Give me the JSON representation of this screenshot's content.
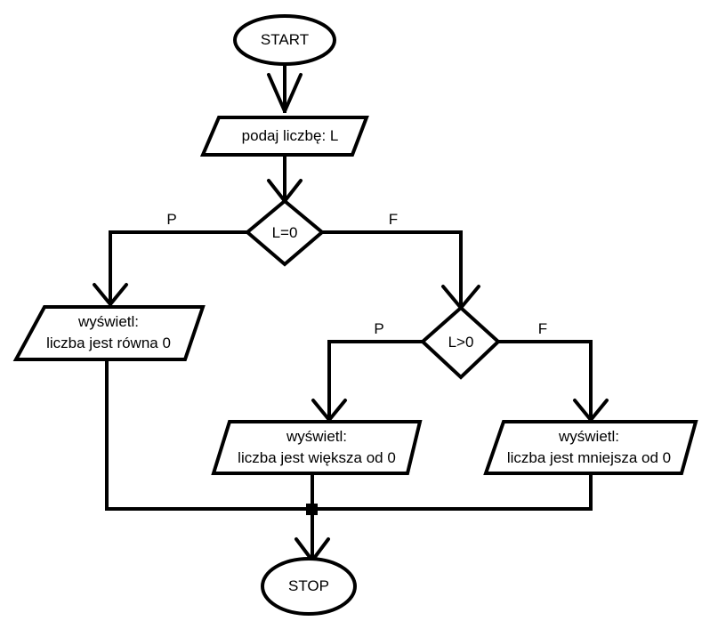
{
  "flowchart": {
    "start": "START",
    "input": "podaj liczbę: L",
    "decision1": "L=0",
    "decision1_true": "P",
    "decision1_false": "F",
    "output_zero": {
      "line1": "wyświetl:",
      "line2": "liczba jest równa 0"
    },
    "decision2": "L>0",
    "decision2_true": "P",
    "decision2_false": "F",
    "output_positive": {
      "line1": "wyświetl:",
      "line2": "liczba jest większa od 0"
    },
    "output_negative": {
      "line1": "wyświetl:",
      "line2": "liczba jest mniejsza od 0"
    },
    "stop": "STOP"
  }
}
